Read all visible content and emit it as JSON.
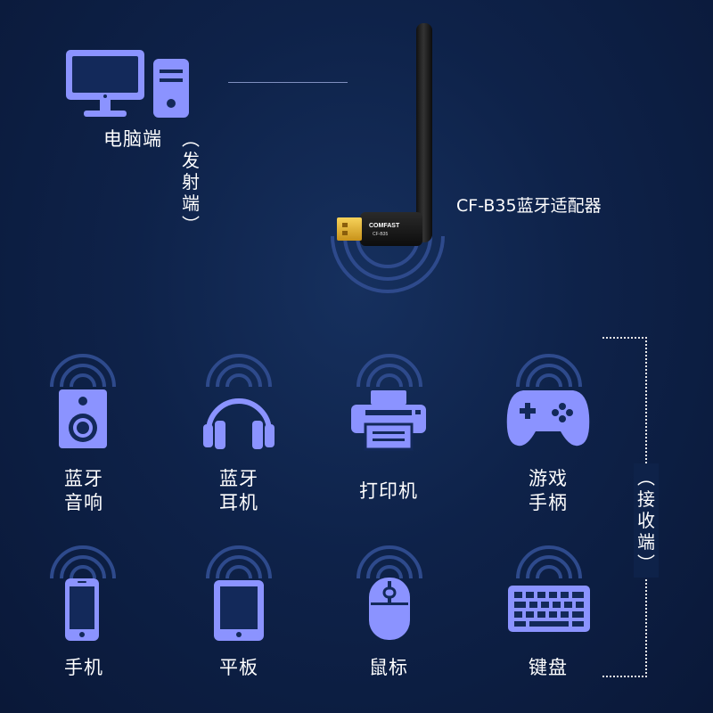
{
  "sender": {
    "label": "电脑端",
    "side_label": "（发射端）"
  },
  "adapter": {
    "label": "CF-B35蓝牙适配器",
    "brand": "COMFAST",
    "model": "CF-B35"
  },
  "receiver_label": "（接收端）",
  "devices": [
    {
      "icon": "speaker-icon",
      "line1": "蓝牙",
      "line2": "音响"
    },
    {
      "icon": "headphones-icon",
      "line1": "蓝牙",
      "line2": "耳机"
    },
    {
      "icon": "printer-icon",
      "line1": "打印机",
      "line2": ""
    },
    {
      "icon": "gamepad-icon",
      "line1": "游戏",
      "line2": "手柄"
    },
    {
      "icon": "phone-icon",
      "line1": "手机",
      "line2": ""
    },
    {
      "icon": "tablet-icon",
      "line1": "平板",
      "line2": ""
    },
    {
      "icon": "mouse-icon",
      "line1": "鼠标",
      "line2": ""
    },
    {
      "icon": "keyboard-icon",
      "line1": "键盘",
      "line2": ""
    }
  ],
  "colors": {
    "background": "#0e2249",
    "icon": "#8b93ff",
    "wave": "#2e4a8c",
    "text": "#ffffff"
  }
}
